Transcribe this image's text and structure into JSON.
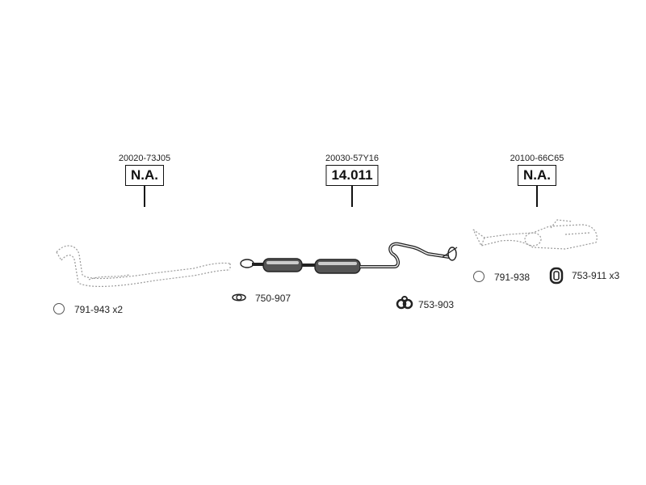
{
  "assemblies": [
    {
      "oem_code": "20020-73J05",
      "part_number": "N.A."
    },
    {
      "oem_code": "20030-57Y16",
      "part_number": "14.011"
    },
    {
      "oem_code": "20100-66C65",
      "part_number": "N.A."
    }
  ],
  "accessories": [
    {
      "label": "791-943 x2",
      "icon": "ring-icon"
    },
    {
      "label": "750-907",
      "icon": "gasket-icon"
    },
    {
      "label": "753-903",
      "icon": "rubber-mount-icon"
    },
    {
      "label": "791-938",
      "icon": "ring-icon"
    },
    {
      "label": "753-911 x3",
      "icon": "rubber-hanger-icon"
    }
  ]
}
